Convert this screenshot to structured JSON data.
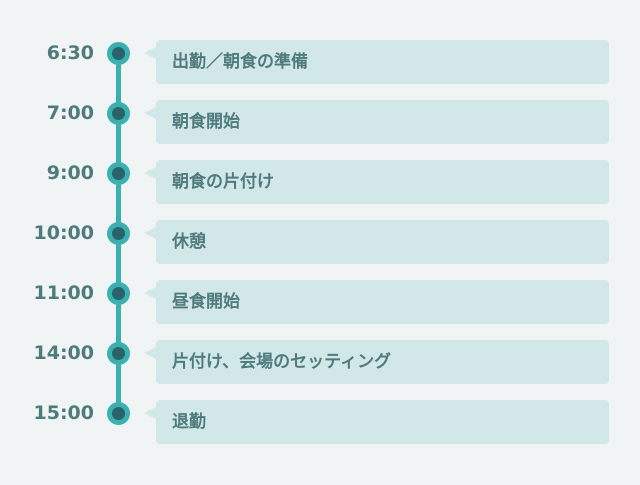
{
  "schedule": [
    {
      "time": "6:30",
      "label": "出勤／朝食の準備"
    },
    {
      "time": "7:00",
      "label": "朝食開始"
    },
    {
      "time": "9:00",
      "label": "朝食の片付け"
    },
    {
      "time": "10:00",
      "label": "休憩"
    },
    {
      "time": "11:00",
      "label": "昼食開始"
    },
    {
      "time": "14:00",
      "label": "片付け、会場のセッティング"
    },
    {
      "time": "15:00",
      "label": "退勤"
    }
  ],
  "colors": {
    "accent": "#3ab0b0",
    "dot": "#2c626a",
    "box": "#d2e7e8",
    "text": "#4f7b7d"
  }
}
